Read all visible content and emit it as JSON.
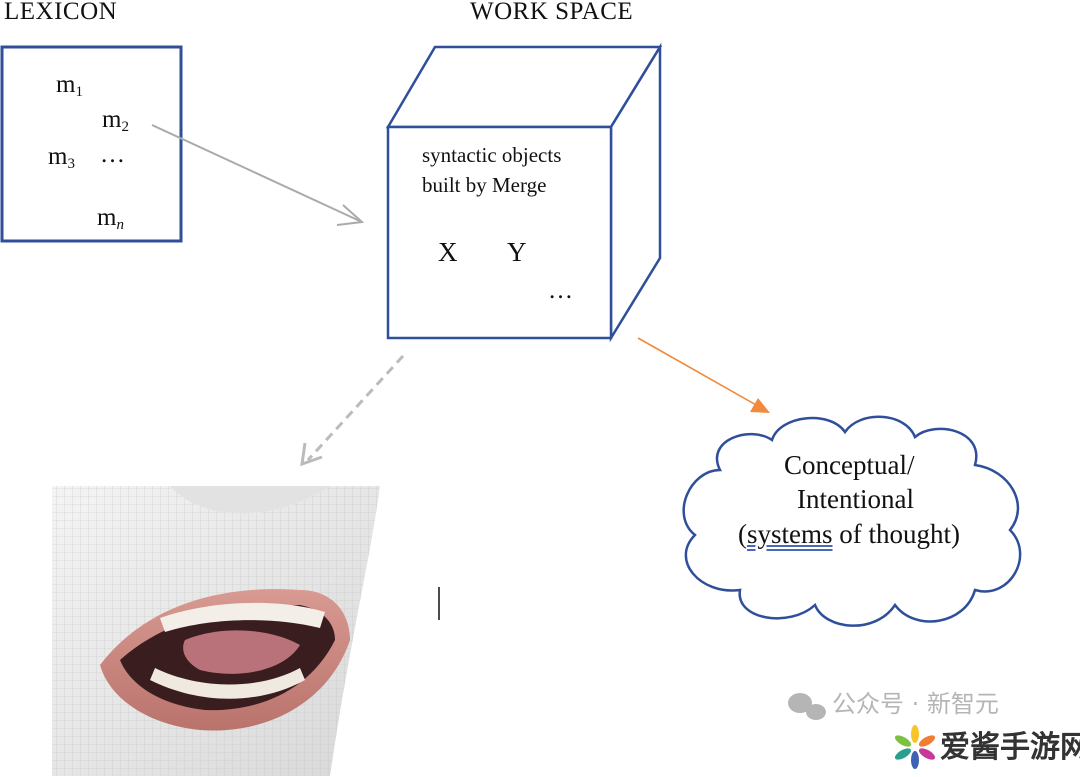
{
  "lexicon": {
    "title": "LEXICON",
    "items": [
      {
        "base": "m",
        "sub": "1"
      },
      {
        "base": "m",
        "sub": "2"
      },
      {
        "base": "m",
        "sub": "3"
      },
      {
        "base": "m",
        "sub": "n"
      }
    ],
    "ellipsis": "…"
  },
  "workspace": {
    "title": "WORK SPACE",
    "line1": "syntactic objects",
    "line2": "built by Merge",
    "x": "X",
    "y": "Y",
    "ellipsis": "…"
  },
  "cloud": {
    "line1": "Conceptual/",
    "line2": "Intentional",
    "line3_open": "(",
    "line3_underlined": "systems",
    "line3_rest": " of thought)"
  },
  "watermark": {
    "wechat": "公众号 · 新智元",
    "site": "爱酱手游网"
  },
  "colors": {
    "box": "#2f4f9a",
    "gray_arrow": "#aaaaaa",
    "orange_arrow": "#f08a3c"
  }
}
